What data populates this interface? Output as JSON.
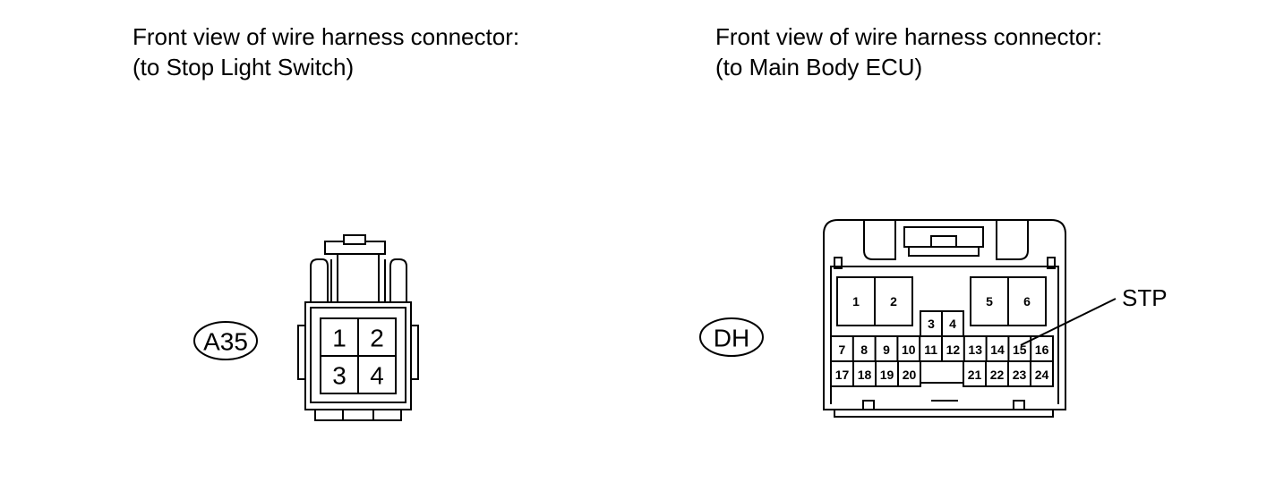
{
  "left": {
    "caption_line1": "Front view of wire harness connector:",
    "caption_line2": "(to Stop Light Switch)",
    "connector_code": "A35",
    "pins": [
      "1",
      "2",
      "3",
      "4"
    ]
  },
  "right": {
    "caption_line1": "Front view of wire harness connector:",
    "caption_line2": "(to Main Body ECU)",
    "connector_code": "DH",
    "pins": [
      "1",
      "2",
      "3",
      "4",
      "5",
      "6",
      "7",
      "8",
      "9",
      "10",
      "11",
      "12",
      "13",
      "14",
      "15",
      "16",
      "17",
      "18",
      "19",
      "20",
      "21",
      "22",
      "23",
      "24"
    ],
    "callout_label": "STP",
    "callout_pin": "15"
  }
}
